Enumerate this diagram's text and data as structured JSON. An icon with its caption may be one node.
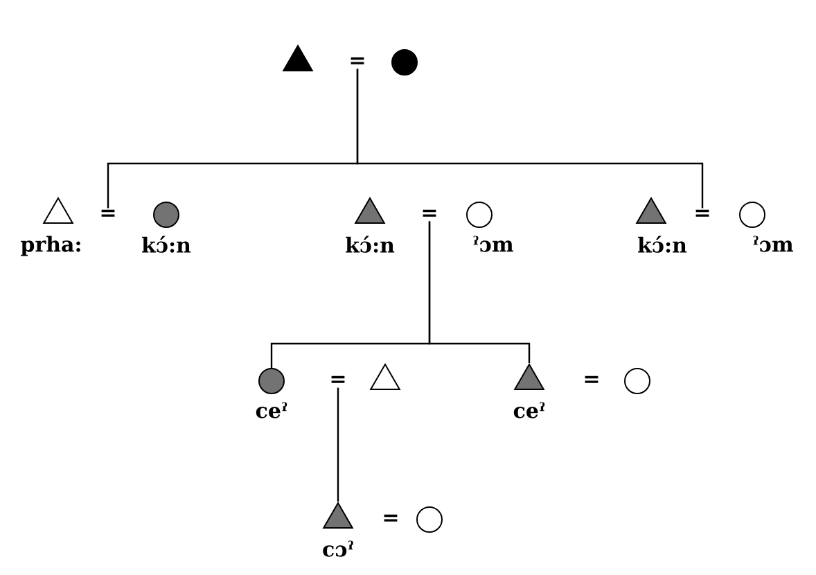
{
  "diagram": {
    "nodes": [
      {
        "text": [],
        "shape": "triangle"
      },
      {
        "text": [
          "="
        ]
      },
      {
        "text": [],
        "shape": "circle"
      },
      {
        "text": [],
        "shape": "triangle",
        "beside": [
          "prha:"
        ]
      },
      {
        "text": [
          "="
        ]
      },
      {
        "text": [],
        "shape": "circle",
        "beside": [
          "kɔ́:n"
        ]
      },
      {
        "text": [],
        "shape": "triangle",
        "beside": [
          "kɔ́:n"
        ]
      },
      {
        "text": [
          "="
        ]
      },
      {
        "text": [],
        "shape": "circle",
        "beside": [
          "ˀɔm"
        ]
      },
      {
        "text": [],
        "shape": "triangle",
        "beside": [
          "kɔ́:n"
        ]
      },
      {
        "text": [
          "="
        ]
      },
      {
        "text": [],
        "shape": "circle",
        "beside": [
          "ˀɔm"
        ]
      },
      {
        "text": [],
        "shape": "circle",
        "beside": [
          "ceˀ"
        ]
      },
      {
        "text": [
          "="
        ]
      },
      {
        "text": [],
        "shape": "triangle"
      },
      {
        "text": [],
        "shape": "triangle",
        "beside": [
          "ceˀ"
        ]
      },
      {
        "text": [
          "="
        ]
      },
      {
        "text": [],
        "shape": "circle"
      },
      {
        "text": [],
        "shape": "triangle",
        "beside": [
          "cɔˀ"
        ]
      },
      {
        "text": [
          "="
        ]
      },
      {
        "text": [],
        "shape": "circle"
      }
    ],
    "edges": [
      {
        "from": 1,
        "to": 4,
        "arrow": "none"
      },
      {
        "from": 1,
        "to": 10,
        "arrow": "none"
      },
      {
        "from": 7,
        "to": 12,
        "arrow": "none"
      },
      {
        "from": 7,
        "to": 15,
        "arrow": "none"
      },
      {
        "from": 13,
        "to": 18,
        "arrow": "none"
      }
    ]
  }
}
